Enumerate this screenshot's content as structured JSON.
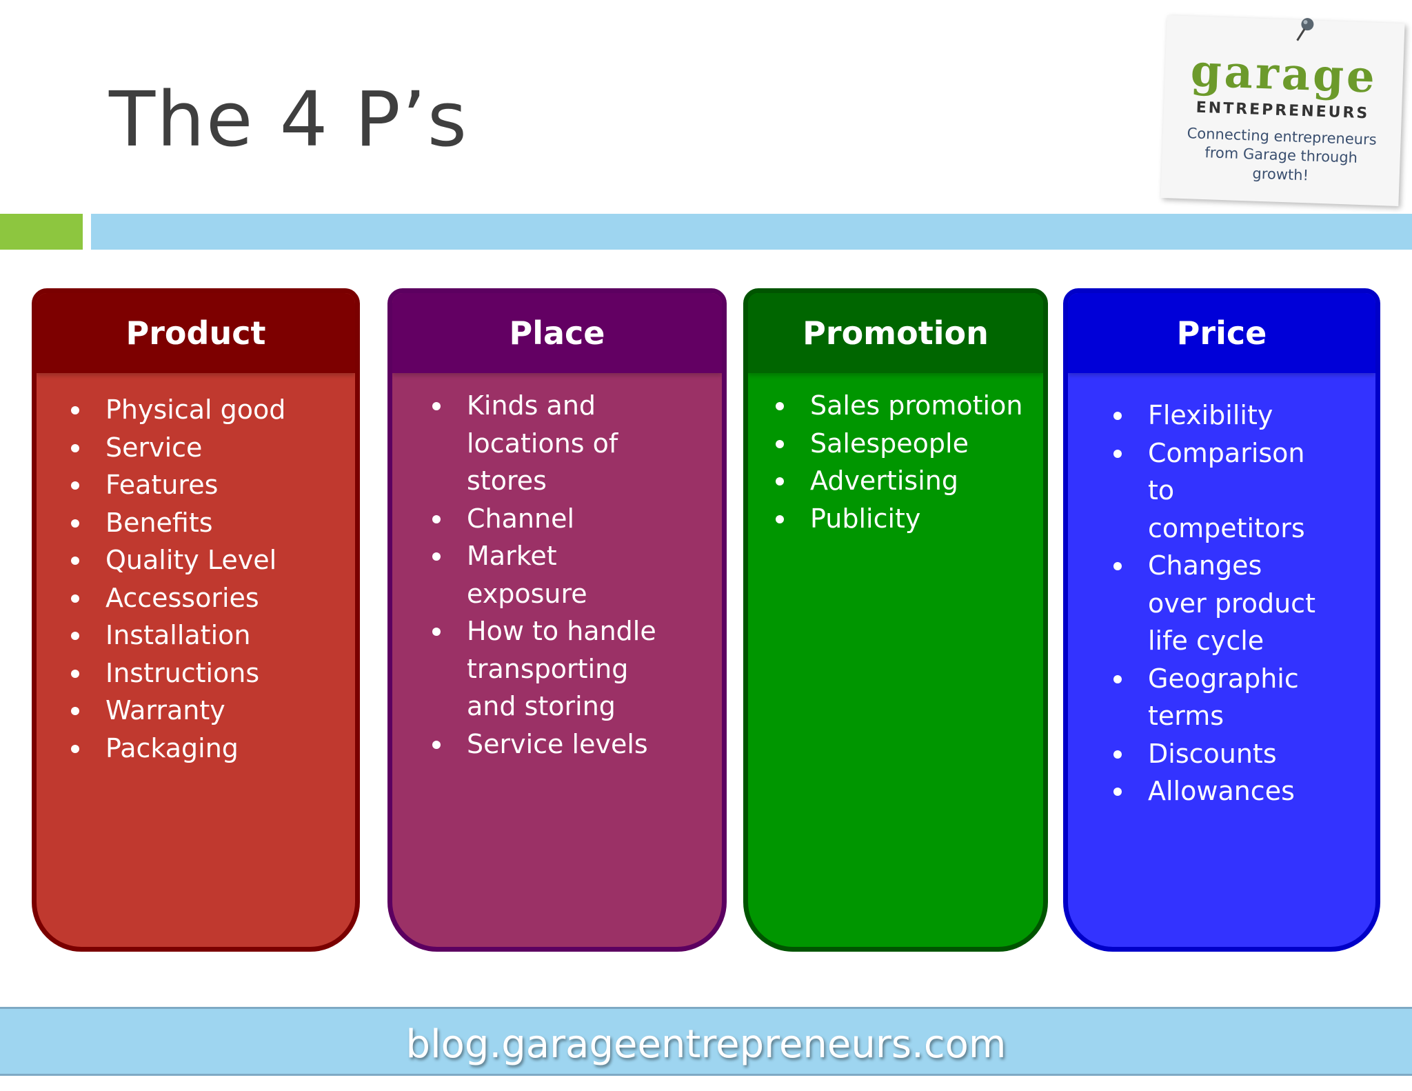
{
  "title": "The 4 P’s",
  "logo": {
    "brand": "garage",
    "sub": "ENTREPRENEURS",
    "tagline": "Connecting entrepreneurs from Garage through growth!"
  },
  "colors": {
    "accent_green": "#8dc63f",
    "accent_blue": "#9ed5f0",
    "product": "#c0392f",
    "place": "#9b3166",
    "promotion": "#009600",
    "price": "#3333ff"
  },
  "cards": [
    {
      "heading": "Product",
      "items": [
        "Physical good",
        "Service",
        "Features",
        "Benefits",
        "Quality Level",
        "Accessories",
        "Installation",
        "Instructions",
        "Warranty",
        "Packaging"
      ]
    },
    {
      "heading": "Place",
      "items": [
        "Kinds and locations of stores",
        "Channel",
        "Market exposure",
        "How to handle transporting and storing",
        "Service levels"
      ]
    },
    {
      "heading": "Promotion",
      "items": [
        "Sales promotion",
        "Salespeople",
        "Advertising",
        "Publicity"
      ]
    },
    {
      "heading": "Price",
      "items": [
        "Flexibility",
        "Comparison to competitors",
        "Changes over product life cycle",
        "Geographic terms",
        "Discounts",
        "Allowances"
      ]
    }
  ],
  "footer": "blog.garageentrepreneurs.com"
}
